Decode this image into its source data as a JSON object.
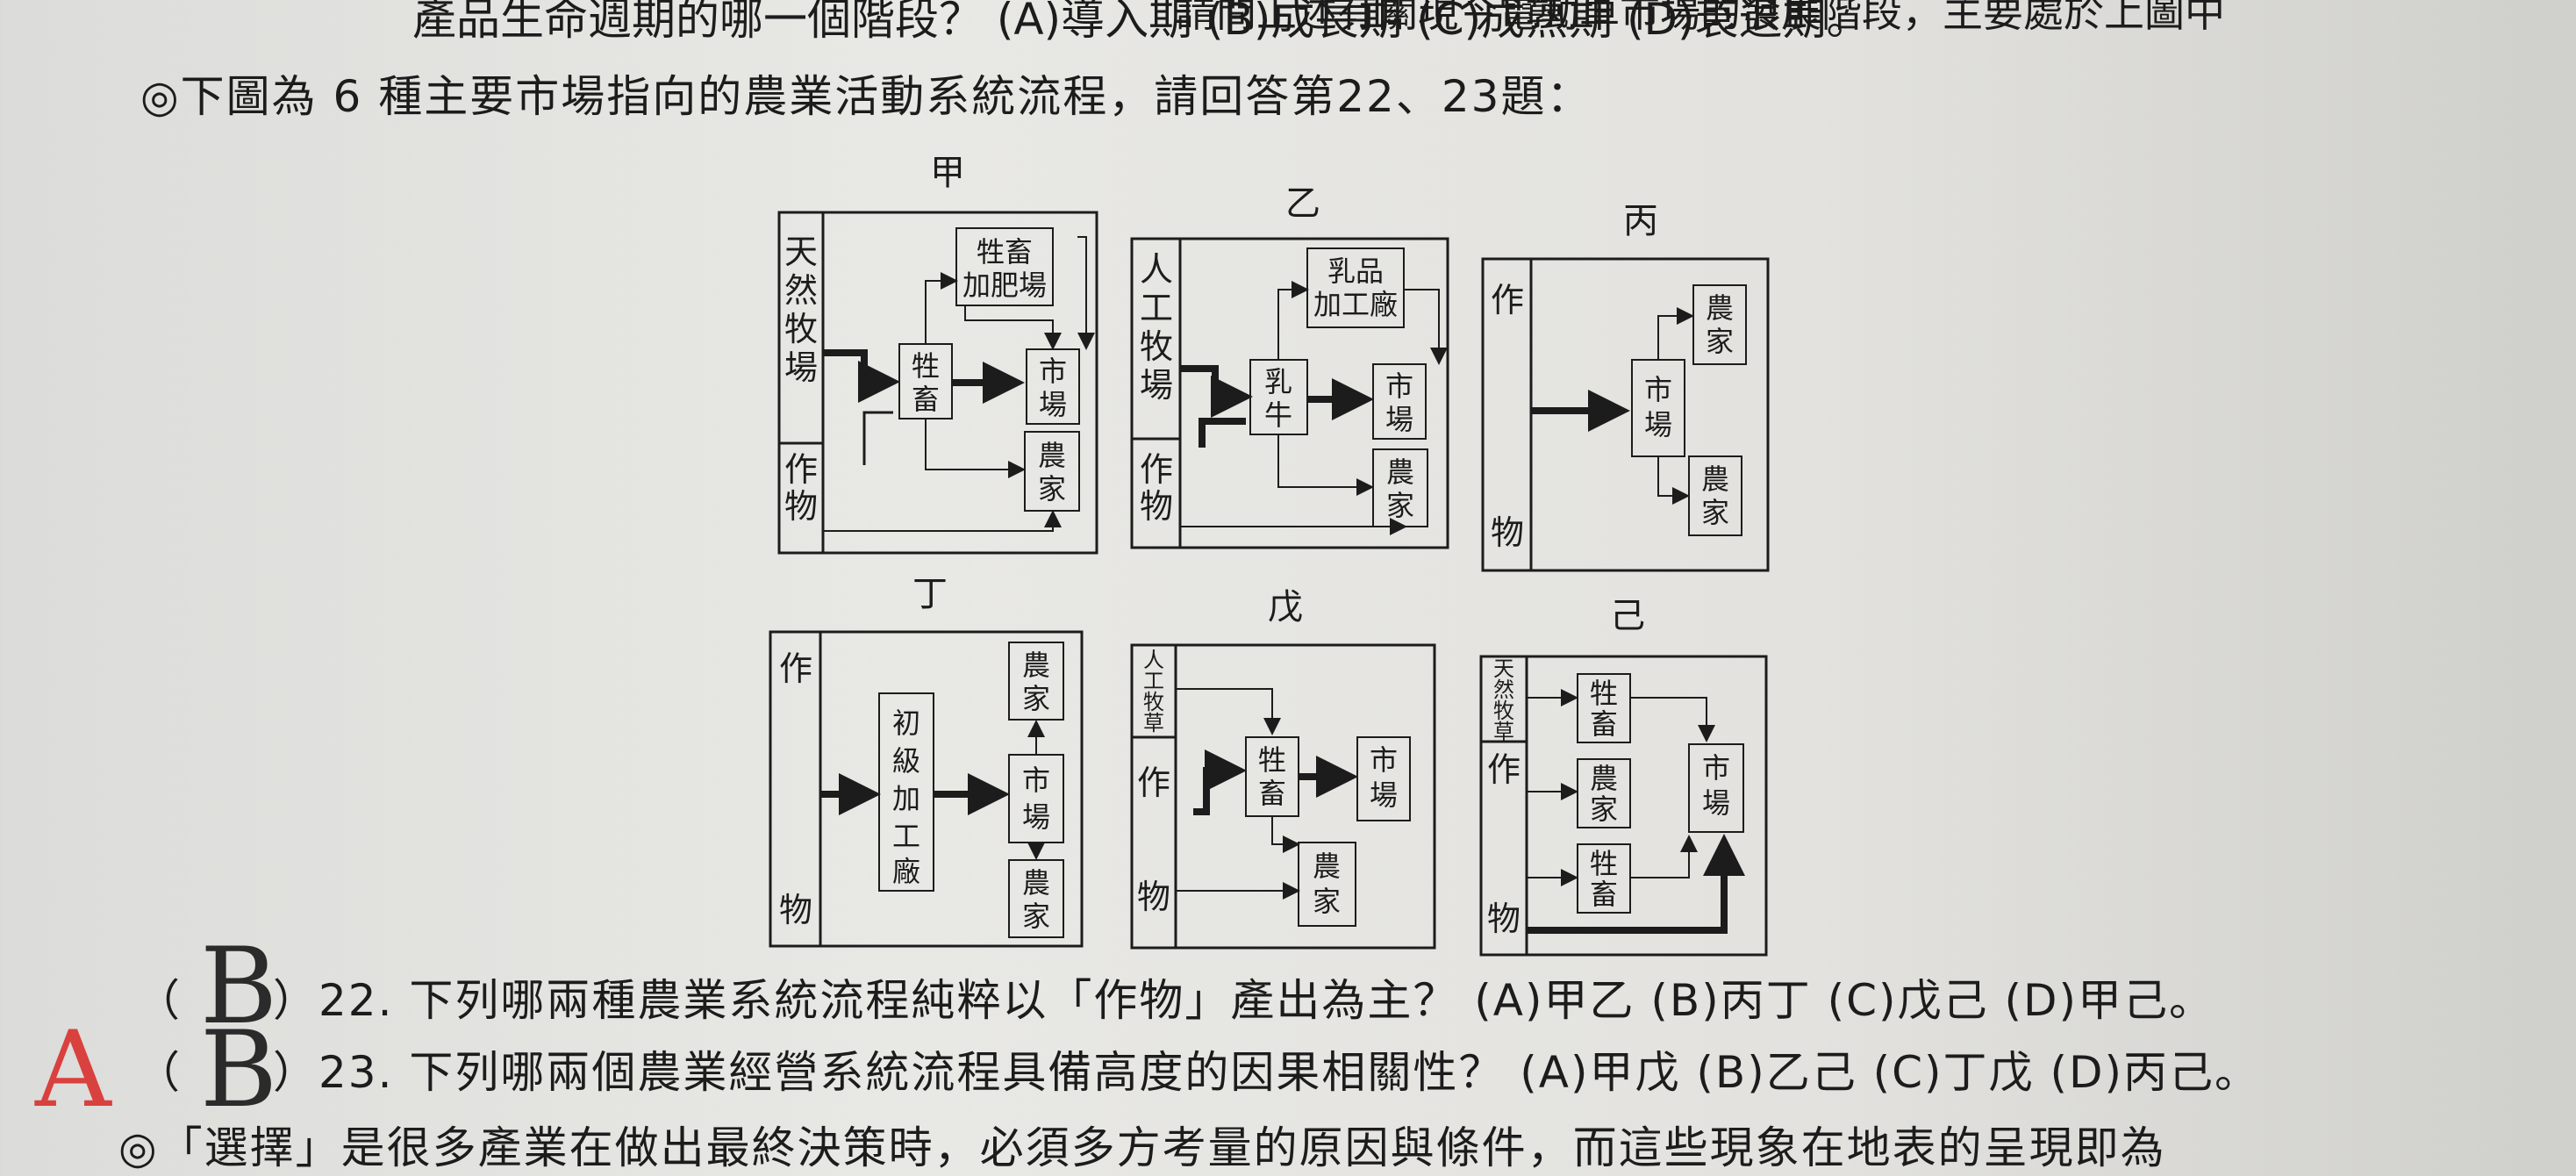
{
  "lines": {
    "top_left": "產品生命週期的哪一個階段？ (A)導入期 (B)成長期 (C)成熟期 (D)衰退期。",
    "top_right": "請問上述有關現今電動車市場的發展階段，主要處於上圖中",
    "intro": "◎下圖為 6 種主要市場指向的農業活動系統流程，請回答第22、23題：",
    "q22": "（　　）22. 下列哪兩種農業系統流程純粹以「作物」產出為主？ (A)甲乙 (B)丙丁 (C)戊己 (D)甲己。",
    "q23": "（　　）23. 下列哪兩個農業經營系統流程具備高度的因果相關性？ (A)甲戊 (B)乙己 (C)丁戊 (D)丙己。",
    "bottom": "◎「選擇」是很多產業在做出最終決策時，必須多方考量的原因與條件，而這些現象在地表的呈現即為"
  },
  "answers": {
    "q22": "B",
    "q23": "B",
    "q23_correction": "A"
  },
  "diagrams": {
    "jia": {
      "title": "甲",
      "left_top": "天然牧場",
      "left_bottom": "作物",
      "boxes": [
        "牲畜加肥場",
        "牲畜",
        "市場",
        "農家"
      ]
    },
    "yi": {
      "title": "乙",
      "left_top": "人工牧場",
      "left_bottom": "作物",
      "boxes": [
        "乳品加工廠",
        "乳牛",
        "市場",
        "農家"
      ]
    },
    "bing": {
      "title": "丙",
      "left_top": "作",
      "left_bottom": "物",
      "boxes": [
        "農家",
        "市場",
        "農家"
      ]
    },
    "ding": {
      "title": "丁",
      "left_top": "作",
      "left_bottom": "物",
      "boxes": [
        "農家",
        "初級加工廠",
        "市場",
        "農家"
      ]
    },
    "wu": {
      "title": "戊",
      "left_top": "人工牧草",
      "left_mid": "作",
      "left_bottom": "物",
      "boxes": [
        "牲畜",
        "市場",
        "農家"
      ]
    },
    "ji": {
      "title": "己",
      "left_top": "天然牧草",
      "left_mid": "作",
      "left_bottom": "物",
      "boxes": [
        "牲畜",
        "農家",
        "牲畜",
        "市場"
      ]
    }
  }
}
